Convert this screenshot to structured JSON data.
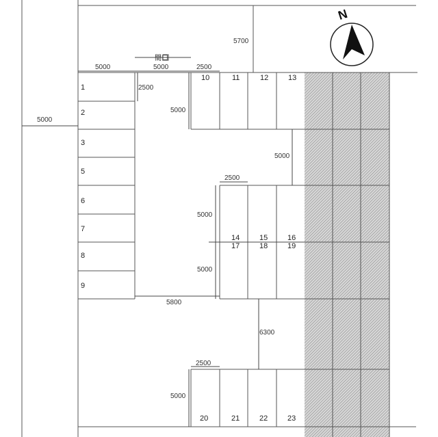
{
  "north_label": "N",
  "entrance_label": "間口",
  "dimensions": {
    "top_left_5000": "5000",
    "top_mid_5000": "5000",
    "top_2500": "2500",
    "vertical_2500": "2500",
    "left_5000": "5000",
    "top_5700": "5700",
    "block_a_5000": "5000",
    "aisle_5000": "5000",
    "block_b_width_2500": "2500",
    "block_b_upper_5000": "5000",
    "block_b_lower_5000": "5000",
    "aisle_5800": "5800",
    "aisle_6300": "6300",
    "block_c_width_2500": "2500",
    "block_c_5000": "5000"
  },
  "spaces": {
    "left_column": [
      "1",
      "2",
      "3",
      "5",
      "6",
      "7",
      "8",
      "9"
    ],
    "top_row": [
      "10",
      "11",
      "12",
      "13"
    ],
    "middle_upper_row": [
      "14",
      "15",
      "16"
    ],
    "middle_lower_row": [
      "17",
      "18",
      "19"
    ],
    "bottom_row": [
      "20",
      "21",
      "22",
      "23"
    ]
  },
  "colors": {
    "line": "#555555",
    "hatch": "#9a9a9a",
    "text": "#333333"
  }
}
